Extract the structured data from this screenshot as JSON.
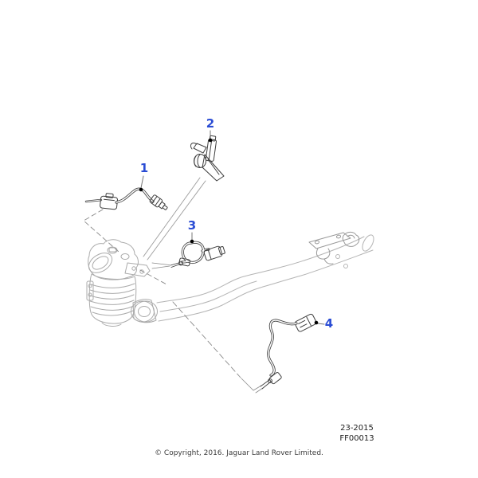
{
  "diagram": {
    "callouts": [
      {
        "number": "1"
      },
      {
        "number": "2"
      },
      {
        "number": "3"
      },
      {
        "number": "4"
      }
    ],
    "reference": {
      "code": "23-2015",
      "figure": "FF00013"
    },
    "copyright": "© Copyright, 2016. Jaguar Land Rover Limited.",
    "colors": {
      "callout_blue": "#2a4cd4",
      "context_line": "#ababab",
      "part_line": "#3f3f3f",
      "leader_line": "#8a8a8a"
    }
  }
}
